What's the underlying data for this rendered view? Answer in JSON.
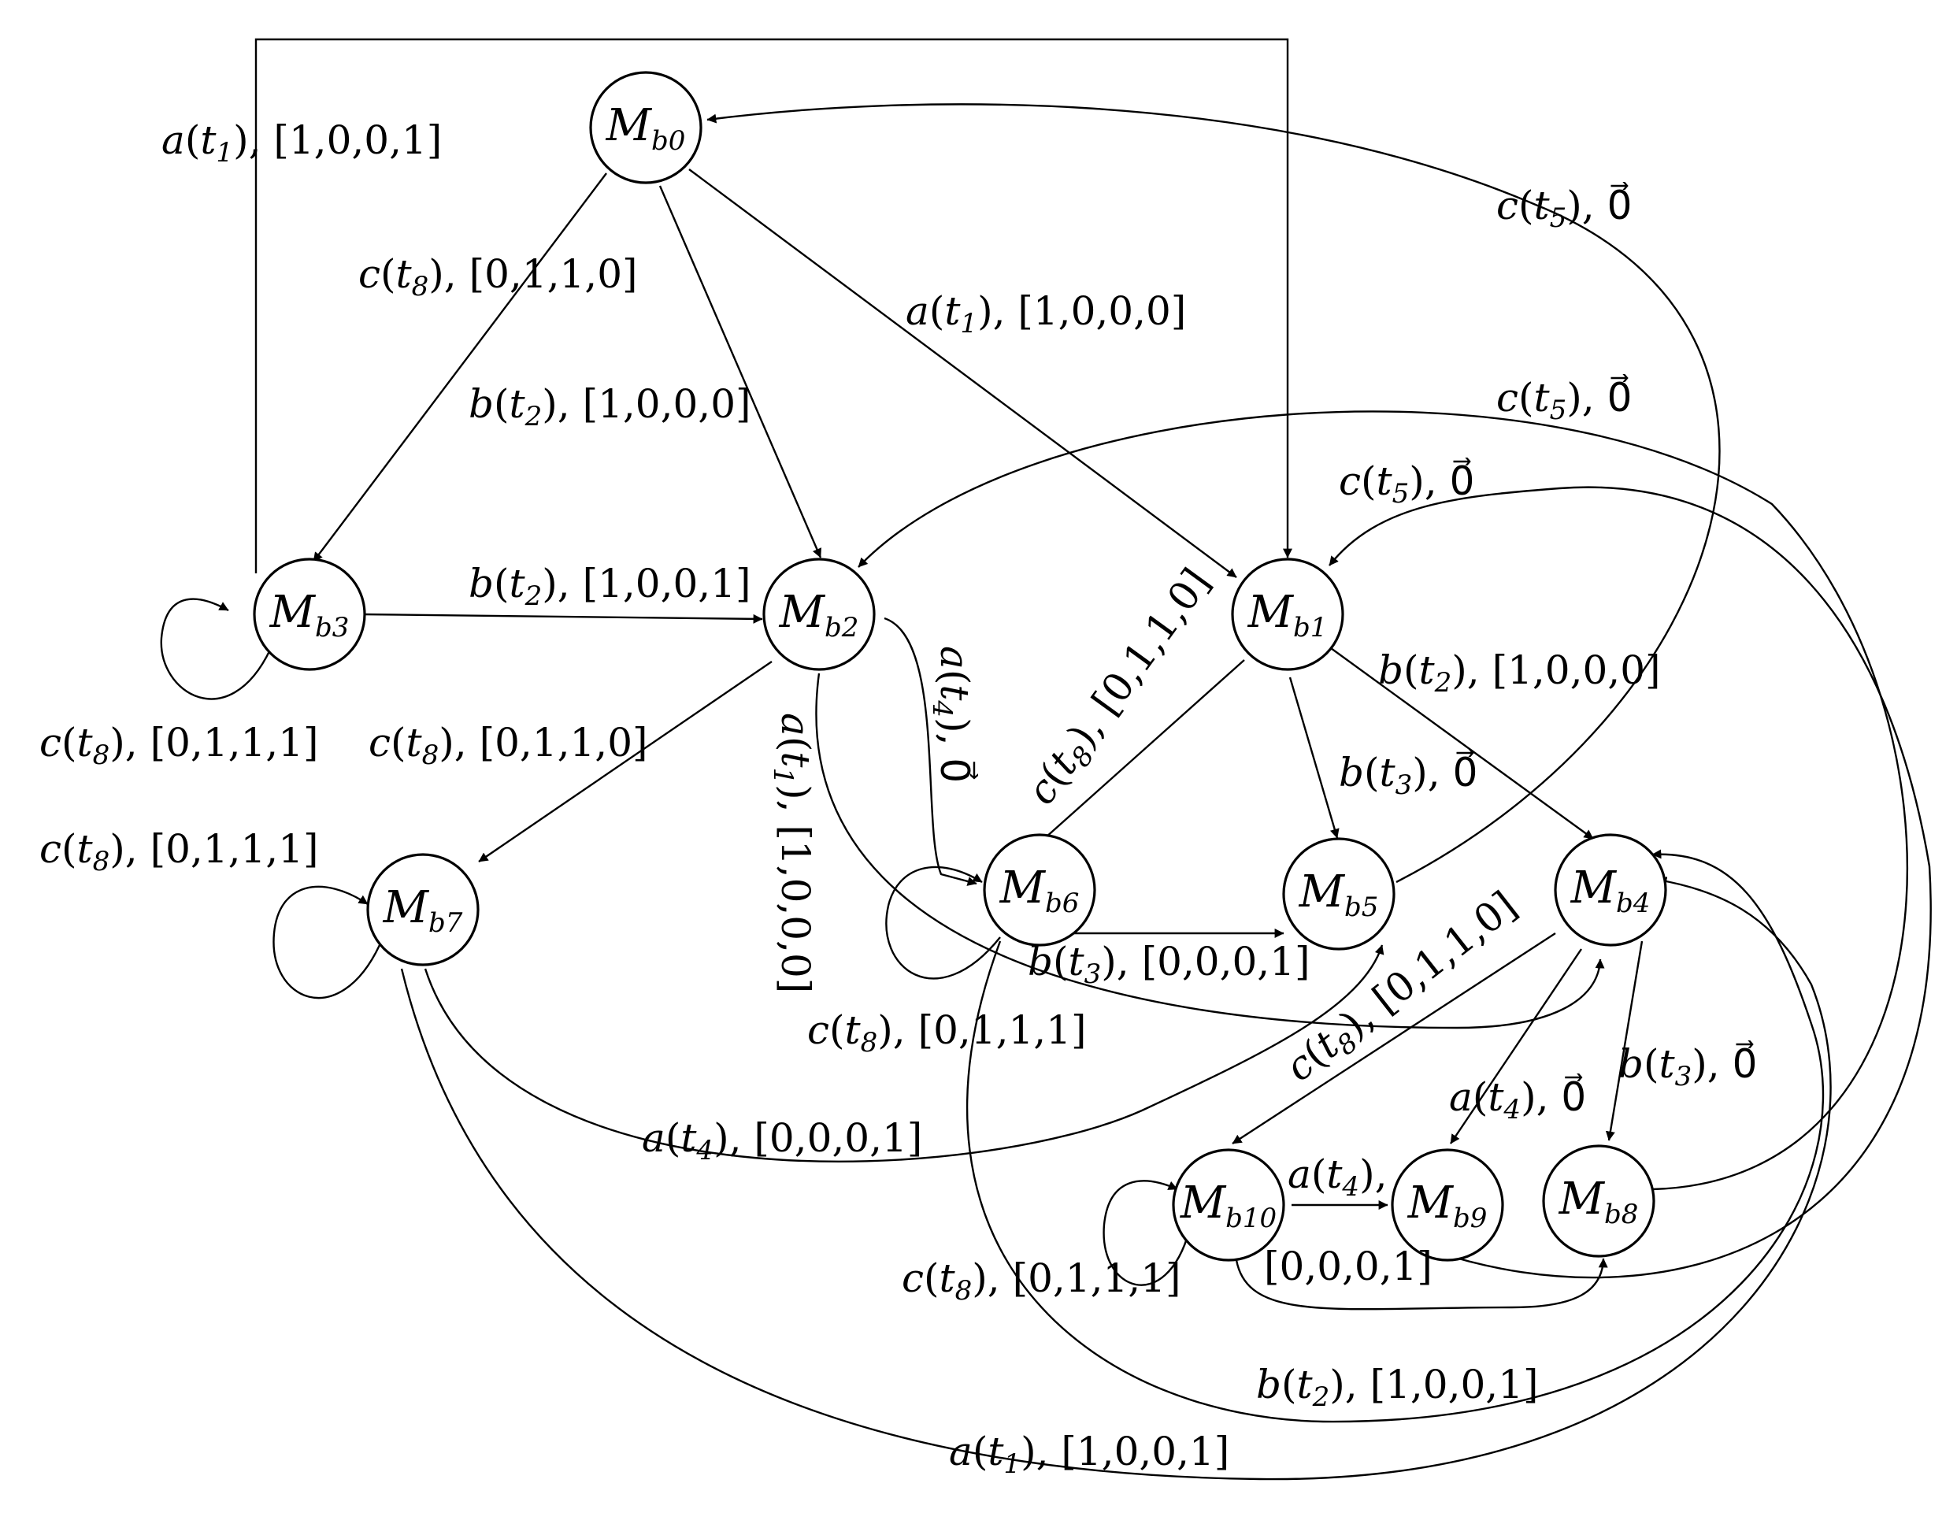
{
  "nodes": {
    "mb0": {
      "base": "M",
      "sub": "b0"
    },
    "mb1": {
      "base": "M",
      "sub": "b1"
    },
    "mb2": {
      "base": "M",
      "sub": "b2"
    },
    "mb3": {
      "base": "M",
      "sub": "b3"
    },
    "mb4": {
      "base": "M",
      "sub": "b4"
    },
    "mb5": {
      "base": "M",
      "sub": "b5"
    },
    "mb6": {
      "base": "M",
      "sub": "b6"
    },
    "mb7": {
      "base": "M",
      "sub": "b7"
    },
    "mb8": {
      "base": "M",
      "sub": "b8"
    },
    "mb9": {
      "base": "M",
      "sub": "b9"
    },
    "mb10": {
      "base": "M",
      "sub": "b10"
    }
  },
  "edges": {
    "mb3_mb1": {
      "ev": "a",
      "t": "1",
      "vec": ", [1,0,0,1]"
    },
    "mb0_mb3": {
      "ev": "c",
      "t": "8",
      "vec": ", [0,1,1,0]"
    },
    "mb0_mb1": {
      "ev": "a",
      "t": "1",
      "vec": ", [1,0,0,0]"
    },
    "mb0_mb2": {
      "ev": "b",
      "t": "2",
      "vec": ", [1,0,0,0]"
    },
    "mb5_mb0": {
      "ev": "c",
      "t": "5",
      "vec": ", 0⃗"
    },
    "mb8_mb2": {
      "ev": "c",
      "t": "5",
      "vec": ", 0⃗"
    },
    "mb9_mb1": {
      "ev": "c",
      "t": "5",
      "vec": ", 0⃗"
    },
    "mb3_mb2": {
      "ev": "b",
      "t": "2",
      "vec": ", [1,0,0,1]"
    },
    "mb3_self": {
      "ev": "c",
      "t": "8",
      "vec": ", [0,1,1,1]"
    },
    "mb2_mb7": {
      "ev": "c",
      "t": "8",
      "vec": ", [0,1,1,0]"
    },
    "mb2_mb6": {
      "ev": "a",
      "t": "4",
      "vec": ", 0⃗"
    },
    "mb2_mb4": {
      "ev": "a",
      "t": "1",
      "vec": ", [1,0,0,0]"
    },
    "mb1_mb6": {
      "ev": "c",
      "t": "8",
      "vec": ", [0,1,1,0]"
    },
    "mb1_mb5": {
      "ev": "b",
      "t": "3",
      "vec": ", 0⃗"
    },
    "mb1_mb4": {
      "ev": "b",
      "t": "2",
      "vec": ", [1,0,0,0]"
    },
    "mb7_self": {
      "ev": "c",
      "t": "8",
      "vec": ", [0,1,1,1]"
    },
    "mb6_mb5": {
      "ev": "b",
      "t": "3",
      "vec": ", [0,0,0,1]"
    },
    "mb6_self": {
      "ev": "c",
      "t": "8",
      "vec": ", [0,1,1,1]"
    },
    "mb7_mb5": {
      "ev": "a",
      "t": "4",
      "vec": ", [0,0,0,1]"
    },
    "mb4_mb10": {
      "ev": "c",
      "t": "8",
      "vec": ", [0,1,1,0]"
    },
    "mb4_mb9": {
      "ev": "a",
      "t": "4",
      "vec": ", 0⃗"
    },
    "mb4_mb8": {
      "ev": "b",
      "t": "3",
      "vec": ", 0⃗"
    },
    "mb10_mb9": {
      "ev": "a",
      "t": "4",
      "vec": ","
    },
    "mb10_mb8_vec": {
      "text": "[0,0,0,1]"
    },
    "mb10_self": {
      "ev": "c",
      "t": "8",
      "vec": ", [0,1,1,1]"
    },
    "mb6_mb4": {
      "ev": "b",
      "t": "2",
      "vec": ", [1,0,0,1]"
    },
    "mb7_mb4": {
      "ev": "a",
      "t": "1",
      "vec": ", [1,0,0,1]"
    }
  }
}
